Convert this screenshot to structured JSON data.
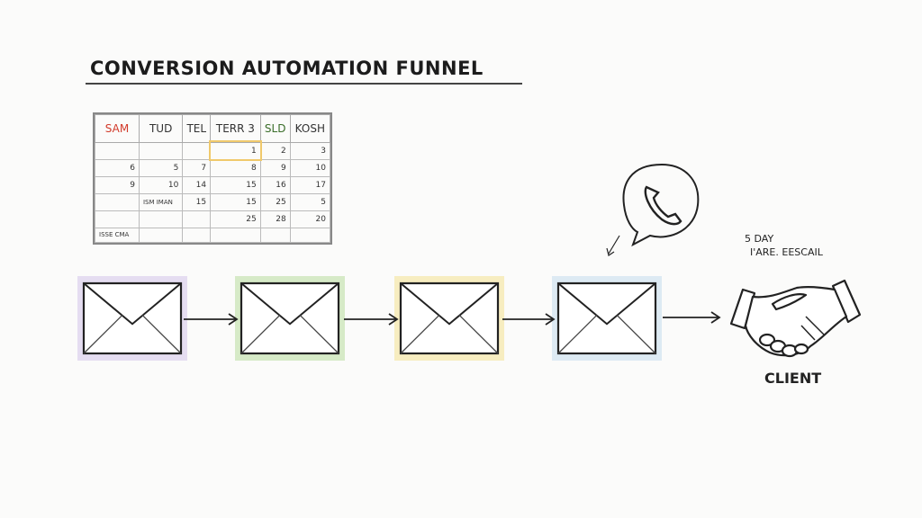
{
  "title": "CONVERSION AUTOMATION FUNNEL",
  "calendar": {
    "headers": [
      "SAM",
      "TUD",
      "TEL",
      "TERR 3",
      "SLD",
      "KOSH"
    ],
    "rows": [
      [
        "",
        "",
        "",
        "1",
        "2",
        "3"
      ],
      [
        "6",
        "5",
        "7",
        "8",
        "9",
        "10"
      ],
      [
        "9",
        "10",
        "14",
        "15",
        "16",
        "17"
      ],
      [
        "",
        "ISM IMAN",
        "15",
        "15",
        "25",
        "5"
      ],
      [
        "",
        "",
        "",
        "25",
        "28",
        "20"
      ],
      [
        "ISSE CMA",
        "",
        "",
        "",
        "",
        ""
      ]
    ]
  },
  "envelopes": [
    {
      "name": "email-1",
      "highlight": "#c9b8e6"
    },
    {
      "name": "email-2",
      "highlight": "#a8d48a"
    },
    {
      "name": "email-3",
      "highlight": "#f1dc7a"
    },
    {
      "name": "email-4",
      "highlight": "#b7d5ec"
    }
  ],
  "phone": {
    "icon": "phone-icon"
  },
  "note": {
    "line1": "5 DAY",
    "line2": "I'ARE. EESCAIL"
  },
  "client": {
    "icon": "handshake-icon",
    "label": "CLIENT"
  }
}
